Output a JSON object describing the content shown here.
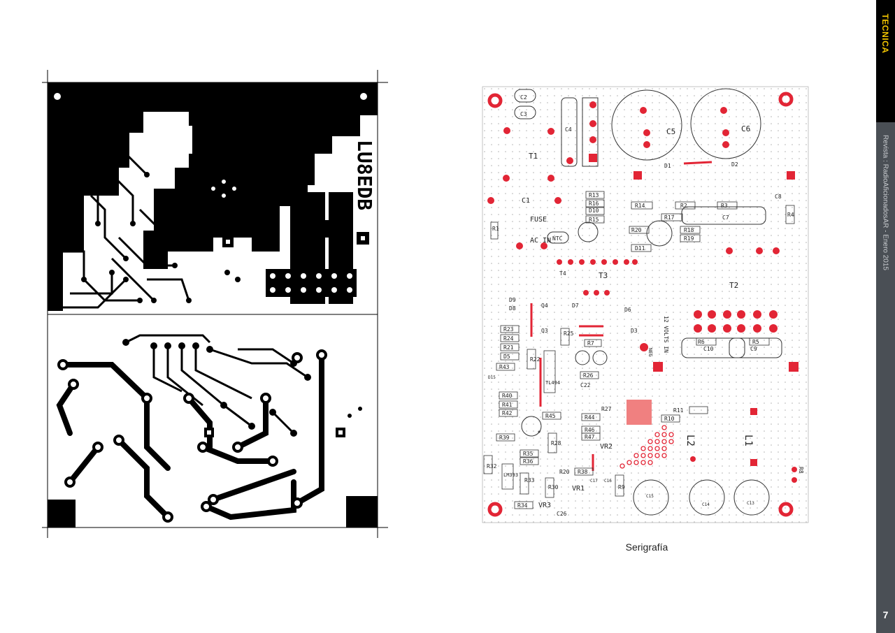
{
  "sidebar": {
    "section": "TECNICA",
    "journal": "Revista : RadioAficionadosAR - Enero 2015",
    "page_number": "7"
  },
  "pcb_copper": {
    "callsign": "LU8EDB"
  },
  "silkscreen": {
    "caption": "Serigrafía",
    "labels": {
      "c2": "C2",
      "c3": "C3",
      "c4": "C4",
      "c5": "C5",
      "c6": "C6",
      "t1": "T1",
      "t2": "T2",
      "t3": "T3",
      "t4": "T4",
      "c1": "C1",
      "fuse": "FUSE",
      "ac_in": "AC IN",
      "ntc": "NTC",
      "r1": "R1",
      "r13": "R13",
      "r16": "R16",
      "d10": "D10",
      "r15": "R15",
      "r14": "R14",
      "r2": "R2",
      "r3": "R3",
      "r17": "R17",
      "r20": "R20",
      "r18": "R18",
      "r19": "R19",
      "d11": "D11",
      "d1": "D1",
      "d2": "D2",
      "c7": "C7",
      "c8": "C8",
      "r4": "R4",
      "d9": "D9",
      "d8": "D8",
      "d7": "D7",
      "d6": "D6",
      "d3": "D3",
      "q4": "Q4",
      "q3": "Q3",
      "r23": "R23",
      "r24": "R24",
      "r21": "R21",
      "d5": "D5",
      "r25": "R25",
      "r7": "R7",
      "r22": "R22",
      "r43": "R43",
      "d15": "D15",
      "r26": "R26",
      "c22": "C22",
      "ic": "TL494",
      "r40": "R40",
      "r41": "R41",
      "r42": "R42",
      "r45": "R45",
      "r44": "R44",
      "r46": "R46",
      "r47": "R47",
      "r27": "R27",
      "r39": "R39",
      "r35": "R35",
      "r36": "R36",
      "r28": "R28",
      "vr2": "VR2",
      "r32": "R32",
      "lm": "LM393",
      "r33": "R33",
      "r30": "R30",
      "r20b": "R20",
      "r38": "R38",
      "r34": "R34",
      "vr3": "VR3",
      "vr1": "VR1",
      "c26": "C26",
      "r9": "R9",
      "r6": "R6",
      "c10": "C10",
      "r5": "R5",
      "c9": "C9",
      "volts": "12 VOLTS IN",
      "neg": "NEG",
      "r11": "R11",
      "r10": "R10",
      "l1": "L1",
      "l2": "L2",
      "r8": "R8",
      "c14": "C14",
      "c15": "C15",
      "c13": "C13",
      "c16": "C16",
      "c17": "C17"
    }
  }
}
